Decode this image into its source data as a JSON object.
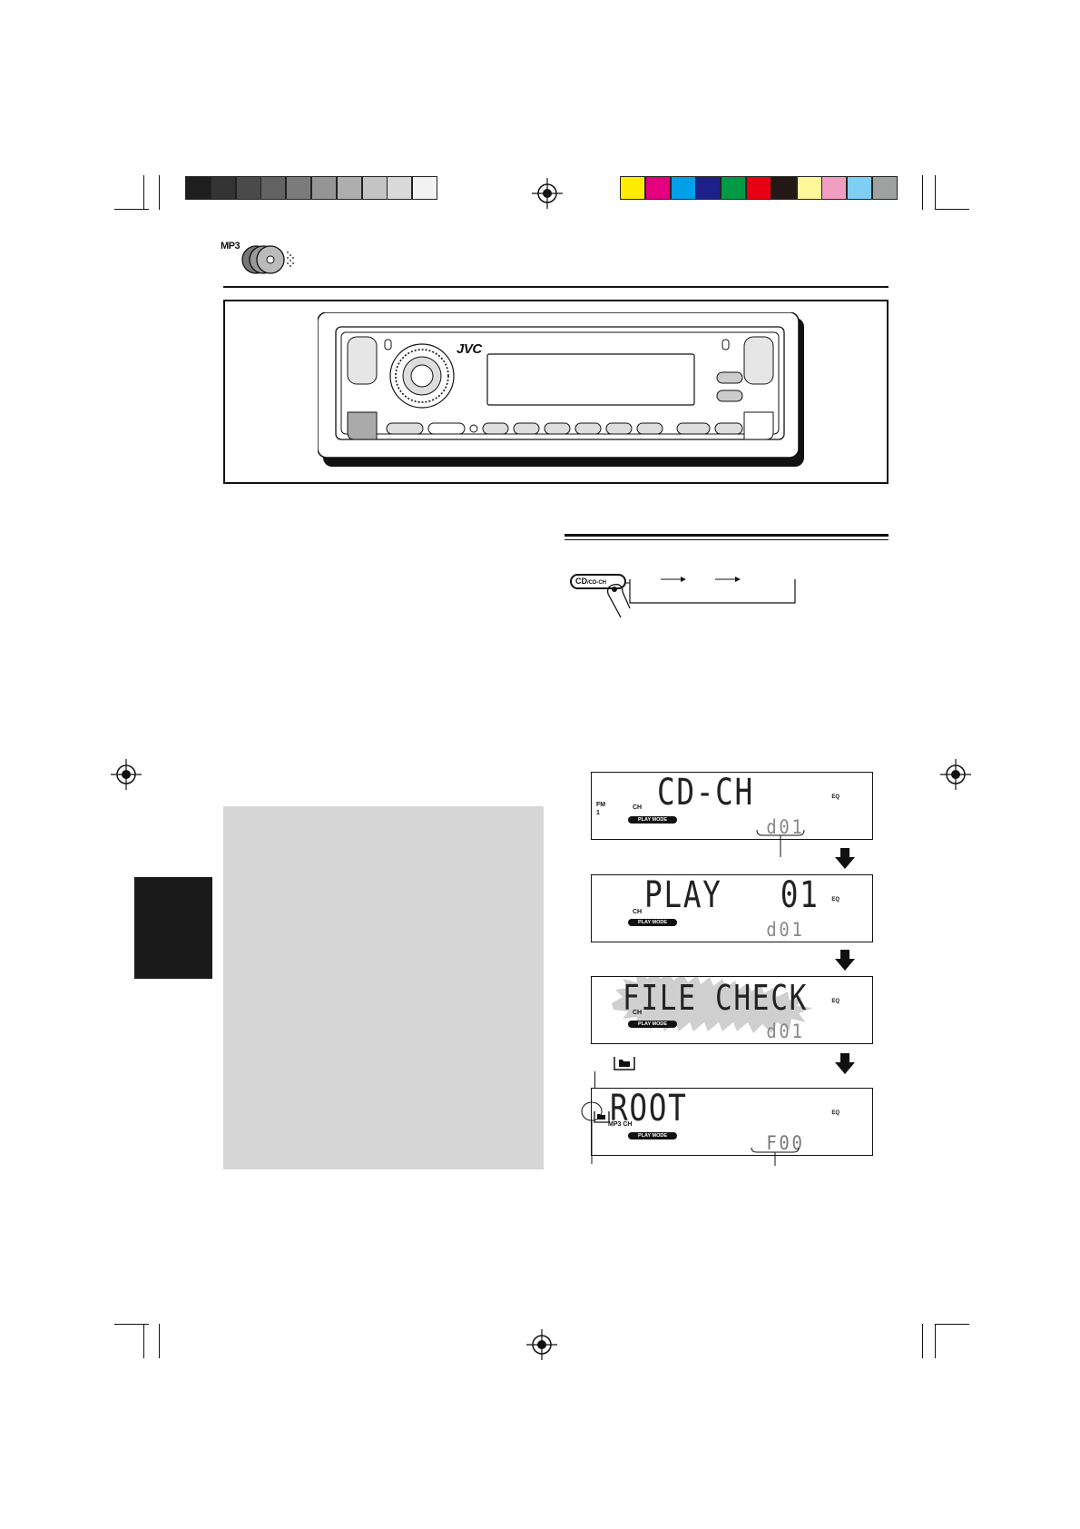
{
  "header": {
    "mp3_badge": "MP3"
  },
  "device": {
    "brand": "JVC"
  },
  "button": {
    "label_main": "CD",
    "label_sub": "/CD-CH"
  },
  "displays": [
    {
      "main": "CD-CH",
      "band": "FM",
      "band_num": "1",
      "ch": "CH",
      "play_mode": "PLAY MODE",
      "eq": "EQ",
      "seg": "d01"
    },
    {
      "main": "PLAY   01",
      "ch": "CH",
      "play_mode": "PLAY MODE",
      "eq": "EQ",
      "seg": "d01"
    },
    {
      "main": "FILE CHECK",
      "ch": "CH",
      "play_mode": "PLAY MODE",
      "eq": "EQ",
      "seg": "d01"
    },
    {
      "main": "ROOT",
      "ch": "MP3 CH",
      "play_mode": "PLAY MODE",
      "eq": "EQ",
      "seg": "F00"
    }
  ],
  "colors": {
    "grays": [
      "#1e1e1e",
      "#333333",
      "#4a4a4a",
      "#626262",
      "#7b7b7b",
      "#959595",
      "#aeaeae",
      "#c4c4c4",
      "#d9d9d9",
      "#f2f2f2"
    ],
    "process": [
      "#ffec00",
      "#e4007f",
      "#00a0e9",
      "#1d2088",
      "#009944",
      "#e60012",
      "#231815",
      "#fff799",
      "#f19ec2",
      "#7fcef4",
      "#9fa0a0"
    ]
  }
}
